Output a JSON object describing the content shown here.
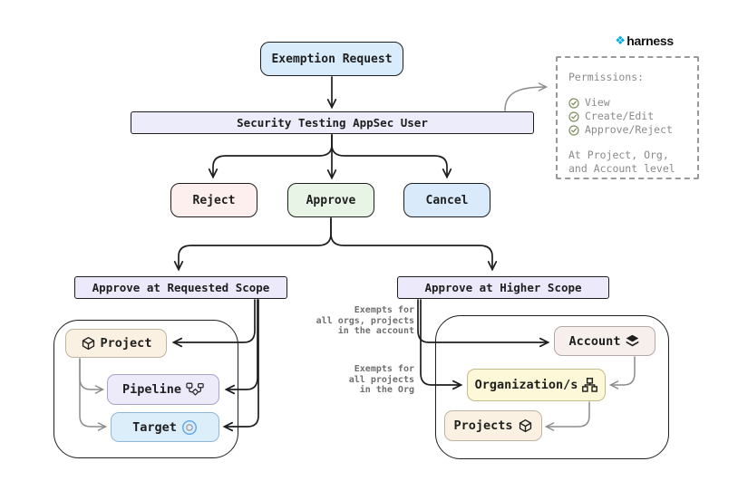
{
  "nodes": {
    "exemption_request": "Exemption Request",
    "appsec_user": "Security Testing AppSec User",
    "reject": "Reject",
    "approve": "Approve",
    "cancel": "Cancel",
    "requested_scope": "Approve at Requested Scope",
    "higher_scope": "Approve at Higher Scope",
    "project": "Project",
    "pipeline": "Pipeline",
    "target": "Target",
    "account": "Account",
    "organizations": "Organization/s",
    "projects": "Projects"
  },
  "annotations": {
    "exempts_account": {
      "line1": "Exempts for",
      "line2": "all orgs, projects",
      "line3": "in the account"
    },
    "exempts_org": {
      "line1": "Exempts for",
      "line2": "all projects",
      "line3": "in the Org"
    }
  },
  "permissions_panel": {
    "title": "Permissions:",
    "items": [
      "View",
      "Create/Edit",
      "Approve/Reject"
    ],
    "footer_line1": "At Project, Org,",
    "footer_line2": "and Account level"
  },
  "logo": {
    "icon": "harness-diamond",
    "text": "harness"
  },
  "colors": {
    "node_blue": "#d9ecfb",
    "node_lavender": "#edecfb",
    "node_red": "#fcefee",
    "node_green": "#e8f4e6",
    "node_cream": "#fbf1e2",
    "node_yellow": "#fcf8d8",
    "node_pink": "#f7efec",
    "node_target_blue": "#ddeefb",
    "arrow_black": "#1e1e1e",
    "arrow_gray": "#8c8c8c",
    "check_green": "#7e8e5a",
    "brand_blue": "#00ade4",
    "panel_gray": "#9a9a9a"
  }
}
